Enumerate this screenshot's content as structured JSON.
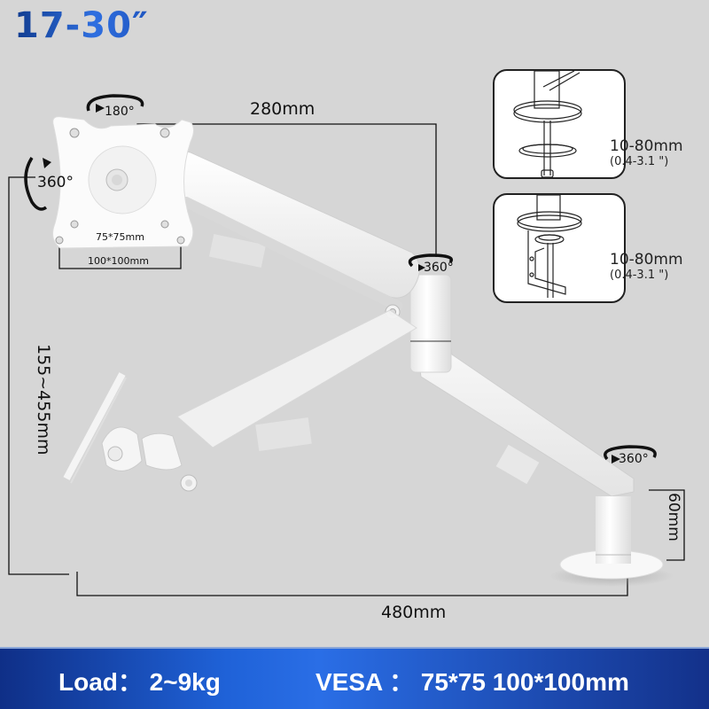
{
  "header": {
    "size_range": "17-30″"
  },
  "rotations": {
    "tilt_top": "180°",
    "swivel_left": "360°",
    "elbow": "360°",
    "base": "360°"
  },
  "dimensions": {
    "arm_length_upper": "280mm",
    "height_range": "155~455mm",
    "total_reach": "480mm",
    "base_height": "60mm",
    "vesa_inner": "75*75mm",
    "vesa_outer": "100*100mm"
  },
  "mount_options": [
    {
      "name": "grommet-mount",
      "range": "10-80mm",
      "range_inches": "(0.4-3.1 \")"
    },
    {
      "name": "clamp-mount",
      "range": "10-80mm",
      "range_inches": "(0.4-3.1 \")"
    }
  ],
  "specs_bar": {
    "load": "Load： 2~9kg",
    "vesa": "VESA ： 75*75 100*100mm"
  },
  "colors": {
    "background": "#d6d6d6",
    "title_blue": "#1f5ec9",
    "bar_dark": "#0f2f87",
    "bar_light": "#2a6ee6",
    "arm_white": "#f7f7f7"
  }
}
